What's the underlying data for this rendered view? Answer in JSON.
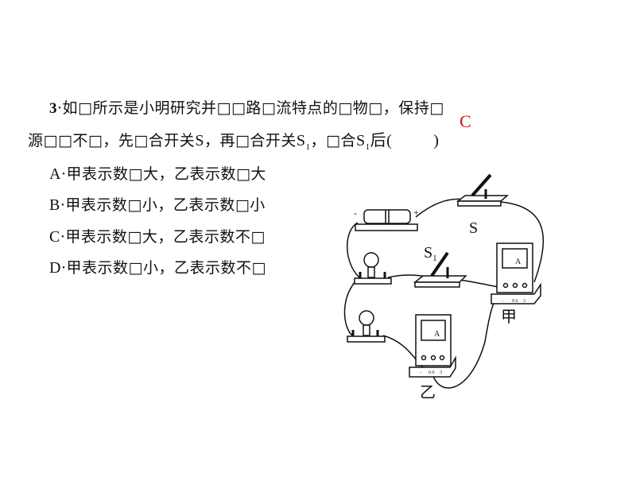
{
  "question": {
    "number": "3",
    "line1_text": "·如□所示是小明研究并□□路□流特点的□物□，保持□",
    "line2_a": "源□□不□，先□合开关",
    "line2_s": "S",
    "line2_b": "，再□合开关",
    "line2_s1": "S",
    "line2_sub1": "1",
    "line2_c": "，□合",
    "line2_s2": "S",
    "line2_sub2": "1",
    "line2_d": "后(",
    "line2_close": ")",
    "answer": "C"
  },
  "options": [
    {
      "letter": "A",
      "text": "·甲表示数□大，乙表示数□大"
    },
    {
      "letter": "B",
      "text": "·甲表示数□小，乙表示数□小"
    },
    {
      "letter": "C",
      "text": "·甲表示数□大，乙表示数不□"
    },
    {
      "letter": "D",
      "text": "·甲表示数□小，乙表示数不□"
    }
  ],
  "diagram": {
    "switch_s_label": "S",
    "switch_s1_label": "S",
    "switch_s1_sub": "1",
    "ammeter_jia_label": "甲",
    "ammeter_yi_label": "乙",
    "ammeter_symbol": "A",
    "battery_minus": "-",
    "battery_plus": "+",
    "terminal_minus": "-",
    "terminal_06": "0.6",
    "terminal_3": "3"
  }
}
